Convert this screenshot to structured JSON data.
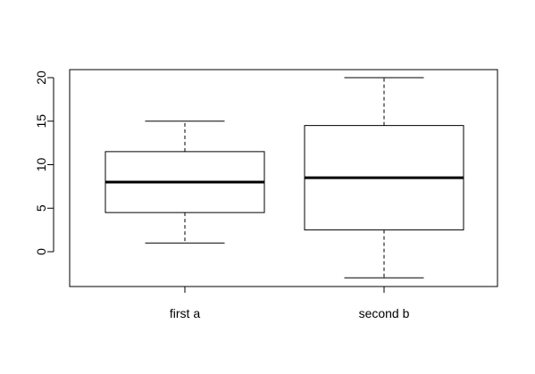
{
  "chart_data": {
    "type": "boxplot",
    "title": "",
    "xlabel": "",
    "ylabel": "",
    "ylim": [
      -4,
      21
    ],
    "y_ticks": [
      0,
      5,
      10,
      15,
      20
    ],
    "y_tick_labels": [
      "0",
      "5",
      "10",
      "15",
      "20"
    ],
    "grid": false,
    "legend": "none",
    "categories": [
      "first a",
      "second b"
    ],
    "boxes": [
      {
        "category": "first a",
        "whisker_low": 1,
        "q1": 4.5,
        "median": 8,
        "q3": 11.5,
        "whisker_high": 15
      },
      {
        "category": "second b",
        "whisker_low": -3,
        "q1": 2.5,
        "median": 8.5,
        "q3": 14.5,
        "whisker_high": 20
      }
    ]
  }
}
